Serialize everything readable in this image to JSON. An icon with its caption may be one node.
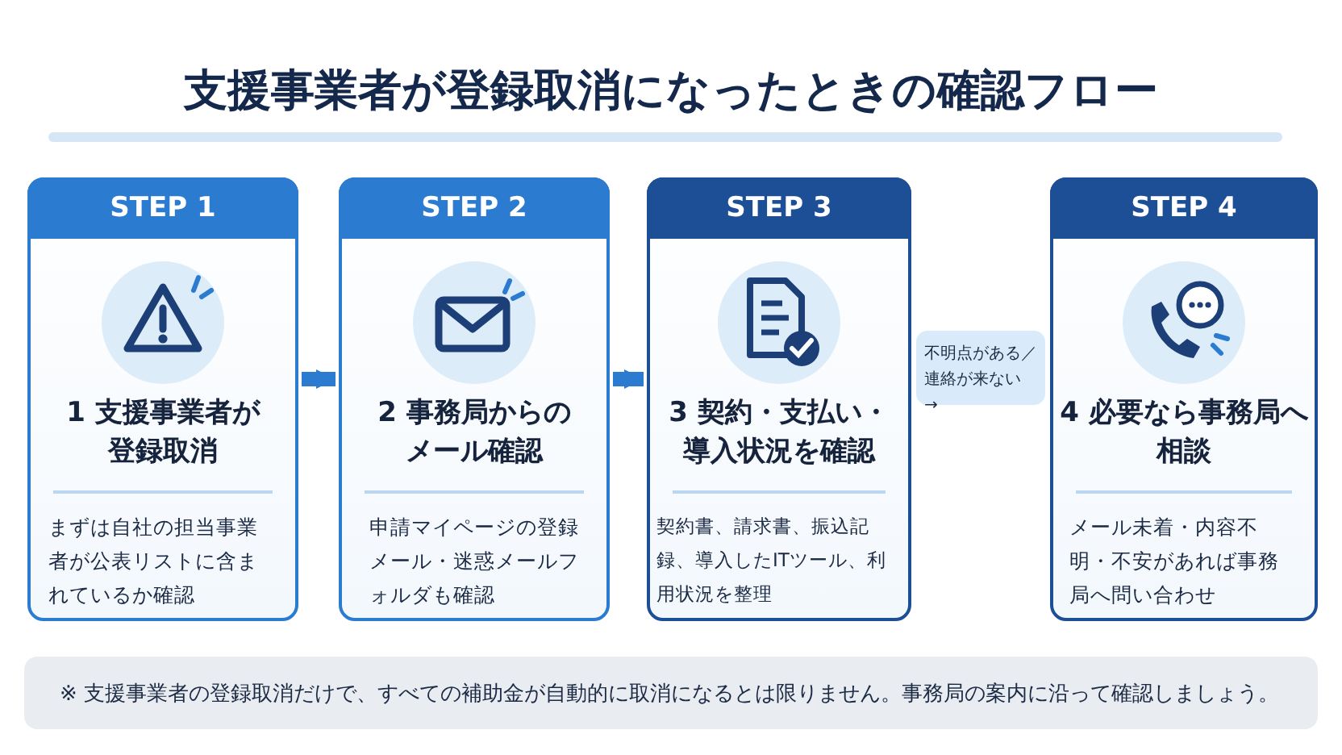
{
  "diagram": {
    "title": "支援事業者が登録取消になったときの確認フロー",
    "nodes": [
      {
        "text": [
          "STEP 1",
          "1 支援事業者が登録取消",
          "まずは自社の担当事業者が公表リストに含まれているか確認"
        ]
      },
      {
        "text": [
          "STEP 2",
          "2 事務局からのメール確認",
          "申請マイページの登録メール・迷惑メールフォルダも確認"
        ]
      },
      {
        "text": [
          "STEP 3",
          "3 契約・支払い・導入状況を確認",
          "契約書、請求書、振込記録、導入したITツール、利用状況を整理"
        ]
      },
      {
        "text": [
          "不明点がある／連絡が来ない →"
        ]
      },
      {
        "text": [
          "STEP 4",
          "4 必要なら事務局へ相談",
          "メール未着・内容不明・不安があれば事務局へ問い合わせ"
        ]
      },
      {
        "text": [
          "※ 支援事業者の登録取消だけで、すべての補助金が自動的に取消になるとは限りません。事務局の案内に沿って確認しましょう。"
        ]
      }
    ],
    "edges": [
      {
        "from": 0,
        "to": 1,
        "arrow": "to"
      },
      {
        "from": 1,
        "to": 2,
        "arrow": "to"
      }
    ]
  }
}
